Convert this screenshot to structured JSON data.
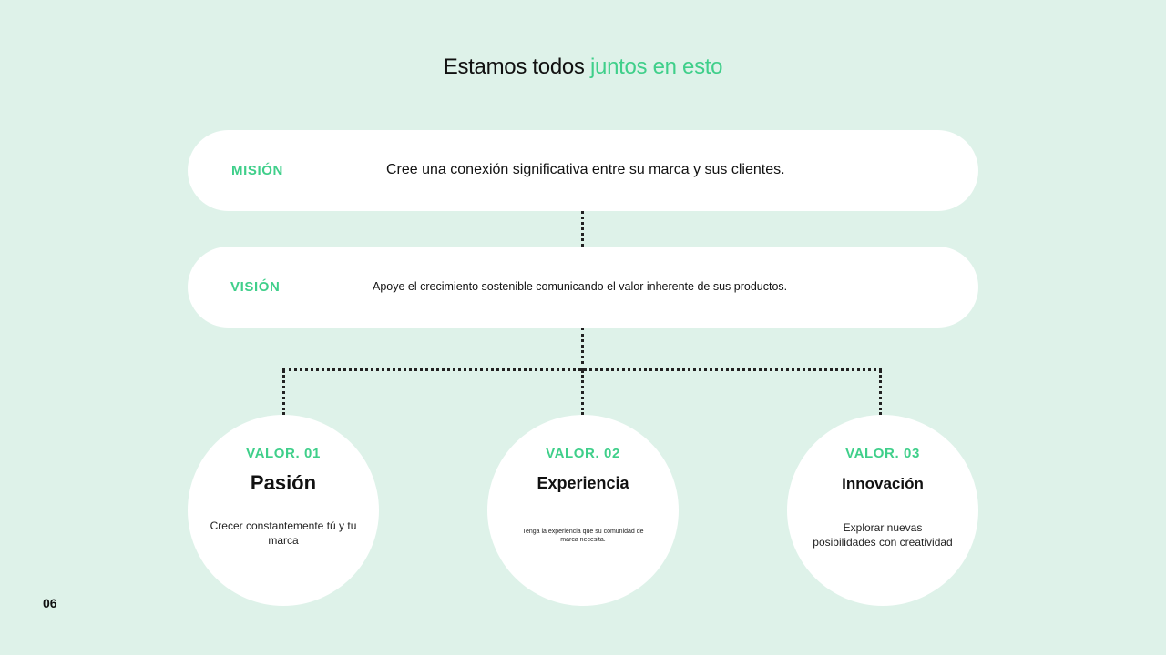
{
  "title": {
    "main": "Estamos todos",
    "accent": "juntos en esto"
  },
  "mision": {
    "label": "MISIÓN",
    "text": "Cree una conexión significativa entre su marca y sus clientes."
  },
  "vision": {
    "label": "VISIÓN",
    "text": "Apoye el crecimiento sostenible comunicando el valor inherente de sus productos."
  },
  "valores": [
    {
      "number": "VALOR. 01",
      "name": "Pasión",
      "description": "Crecer constantemente tú y tu marca"
    },
    {
      "number": "VALOR. 02",
      "name": "Experiencia",
      "description": "Tenga la experiencia que su comunidad de marca necesita."
    },
    {
      "number": "VALOR. 03",
      "name": "Innovación",
      "description": "Explorar nuevas posibilidades con creatividad"
    }
  ],
  "page_number": "06",
  "colors": {
    "background": "#def2e9",
    "accent": "#3fcf8a",
    "card": "#ffffff",
    "connector": "#222222"
  }
}
